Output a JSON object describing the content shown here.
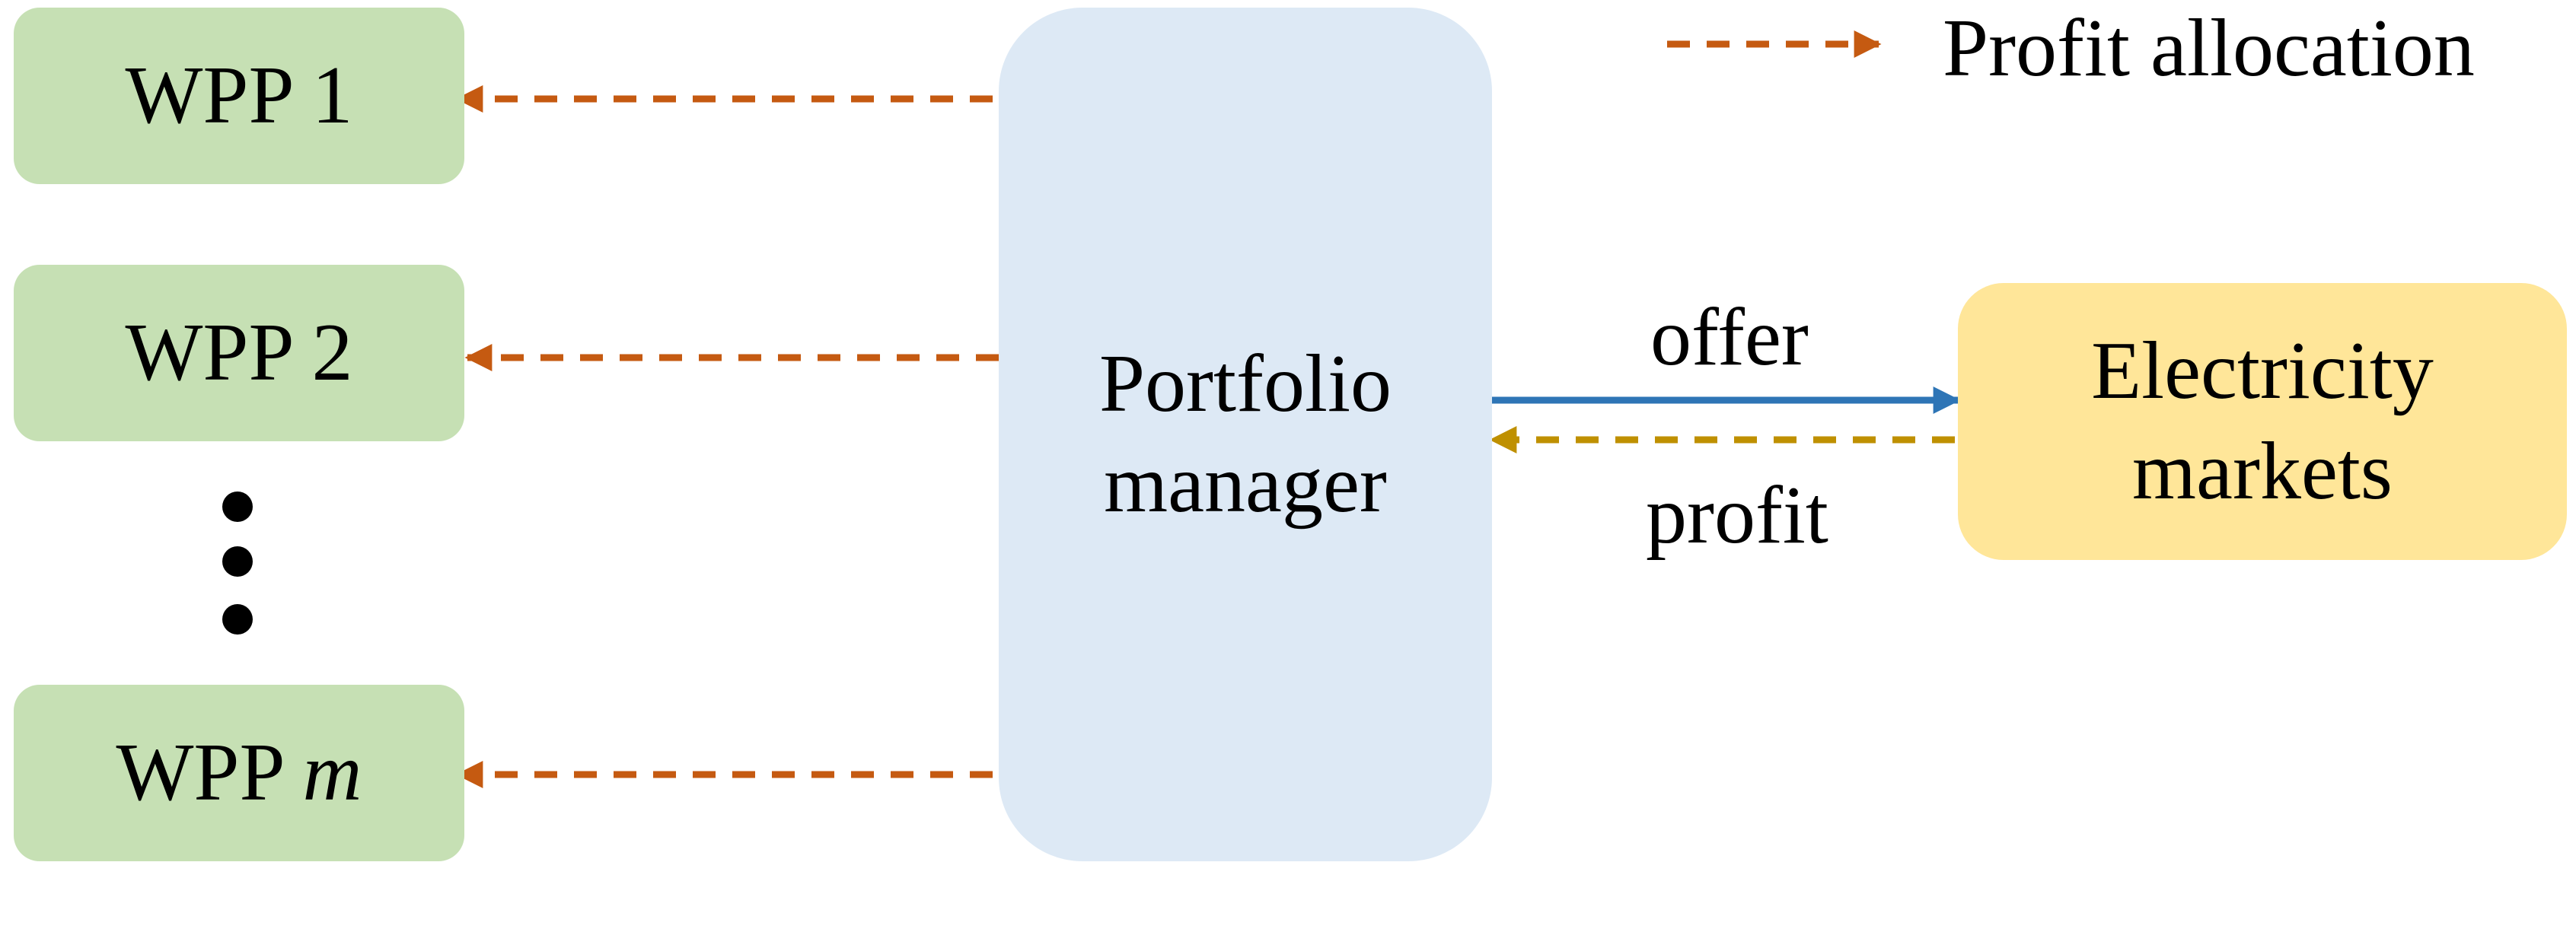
{
  "colors": {
    "wpp_fill": "#c6e0b4",
    "portfolio_fill": "#dde9f5",
    "markets_fill": "#ffe699",
    "profit_allocation_arrow": "#c55a11",
    "offer_arrow": "#2e75b6",
    "profit_arrow": "#bf9000",
    "text": "#000000"
  },
  "legend": {
    "label": "Profit allocation"
  },
  "wpps": [
    {
      "label": "WPP 1"
    },
    {
      "label": "WPP 2"
    },
    {
      "label_prefix": "WPP ",
      "label_var": "m"
    }
  ],
  "ellipsis": "⋮",
  "portfolio_manager": {
    "line1": "Portfolio",
    "line2": "manager"
  },
  "electricity_markets": {
    "line1": "Electricity",
    "line2": "markets"
  },
  "edges": {
    "offer_label": "offer",
    "profit_label": "profit"
  }
}
